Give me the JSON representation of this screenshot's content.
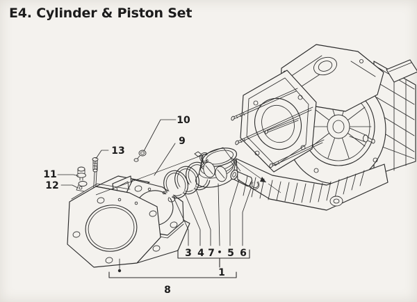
{
  "page": {
    "title": "E4. Cylinder & Piston Set"
  },
  "figure": {
    "description": "Exploded parts diagram of cylinder and piston set with engine crankcase",
    "colors": {
      "line": "#2b2b2b",
      "background": "#f4f2ee",
      "text": "#1c1c1c"
    },
    "callouts": {
      "n1": "1",
      "n3": "3",
      "n4": "4",
      "n5": "5",
      "n6": "6",
      "n7": "7",
      "n8": "8",
      "n9": "9",
      "n10": "10",
      "n11": "11",
      "n12": "12",
      "n13": "13",
      "dot": "•"
    }
  }
}
